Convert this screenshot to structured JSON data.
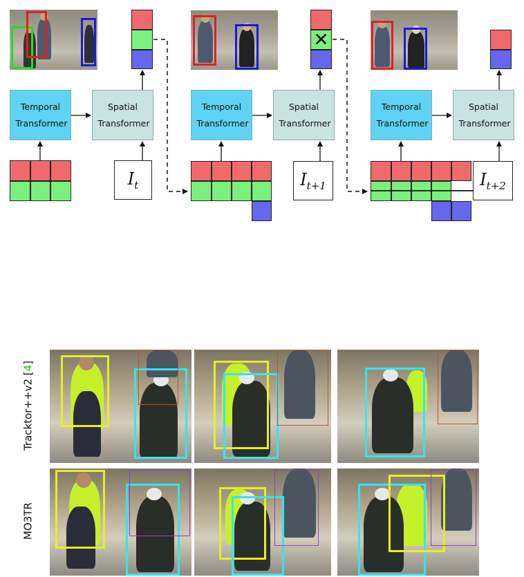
{
  "diagram": {
    "stages": [
      {
        "temporal_label": "Temporal Transformer",
        "spatial_label": "Spatial Transformer",
        "input_base": "I",
        "input_sub": "t"
      },
      {
        "temporal_label": "Temporal Transformer",
        "spatial_label": "Spatial Transformer",
        "input_base": "I",
        "input_sub": "t+1"
      },
      {
        "temporal_label": "Temporal Transformer",
        "spatial_label": "Spatial Transformer",
        "input_base": "I",
        "input_sub": "t+2"
      }
    ],
    "removed_marker": "✕",
    "colors": {
      "track_red": "#f06a6d",
      "track_green": "#7cf07c",
      "track_blue": "#6666ee",
      "temporal_fill": "#5fd3f3",
      "spatial_fill": "#c9e3e1"
    }
  },
  "comparison": {
    "rows": [
      {
        "method": "Tracktor++v2",
        "citation": "4",
        "method_color": "#111111",
        "citation_color": "#22bb22"
      },
      {
        "method": "MO3TR"
      }
    ],
    "box_colors": {
      "yellow": "#e6f020",
      "cyan": "#30e8f0"
    }
  }
}
